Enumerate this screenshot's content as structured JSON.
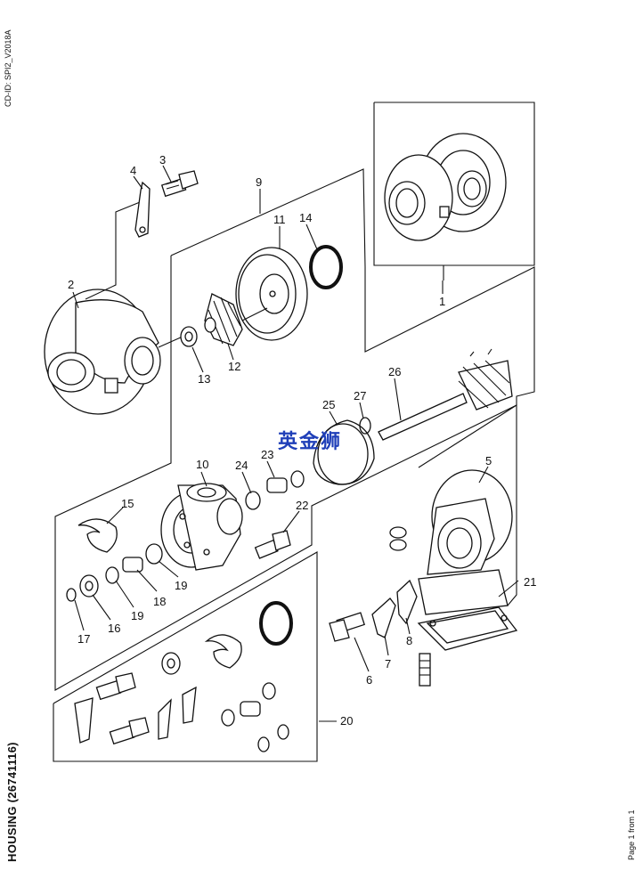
{
  "header": {
    "cd_id": "CD-ID: SPI2_V2018A"
  },
  "footer": {
    "title": "HOUSING (26741116)",
    "page": "Page 1 from 1"
  },
  "watermark": {
    "text": "英金狮",
    "color": "#1f3fb8"
  },
  "callouts": [
    "1",
    "2",
    "3",
    "4",
    "5",
    "6",
    "7",
    "8",
    "9",
    "10",
    "11",
    "12",
    "13",
    "14",
    "15",
    "16",
    "17",
    "18",
    "19",
    "19",
    "20",
    "21",
    "22",
    "23",
    "24",
    "25",
    "26",
    "27"
  ]
}
